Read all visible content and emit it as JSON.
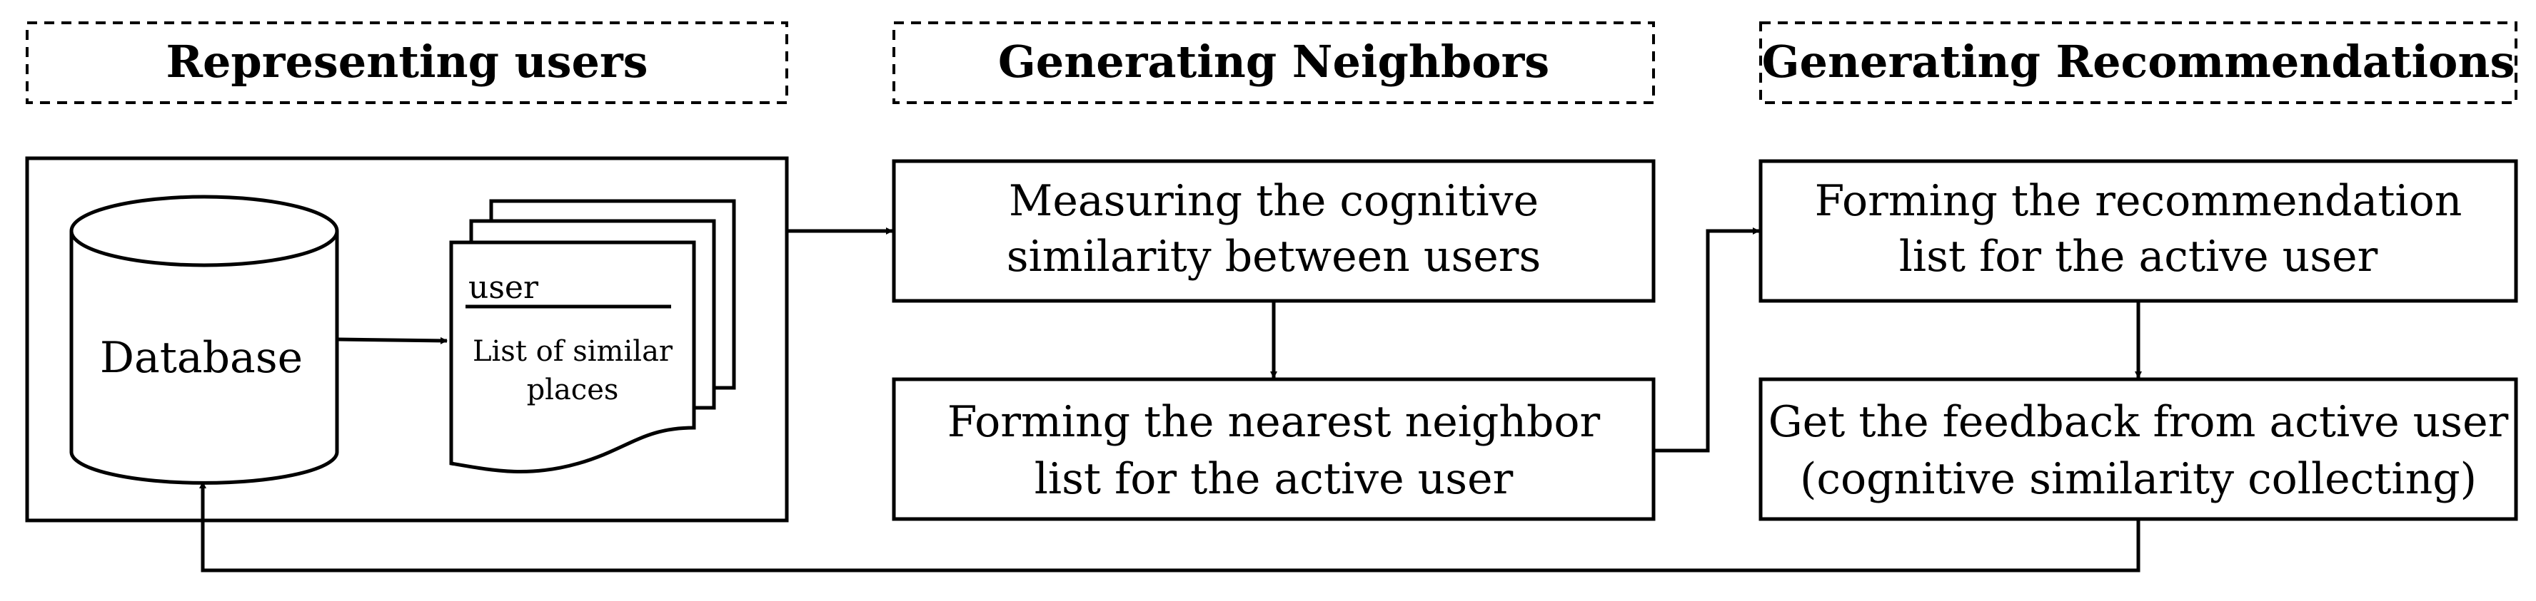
{
  "headers": {
    "representing_users": "Representing users",
    "generating_neighbors": "Generating Neighbors",
    "generating_recommendations": "Generating Recommendations"
  },
  "representing": {
    "database_label": "Database",
    "doc_user": "user",
    "doc_line1": "List of similar",
    "doc_line2": "places"
  },
  "neighbors": {
    "measuring_line1": "Measuring the cognitive",
    "measuring_line2": "similarity between users",
    "forming_line1": "Forming the nearest neighbor",
    "forming_line2": "list for the active user"
  },
  "recommendations": {
    "forming_line1": "Forming the recommendation",
    "forming_line2": "list for the active user",
    "feedback_line1": "Get the feedback from active user",
    "feedback_line2": "(cognitive similarity collecting)"
  }
}
